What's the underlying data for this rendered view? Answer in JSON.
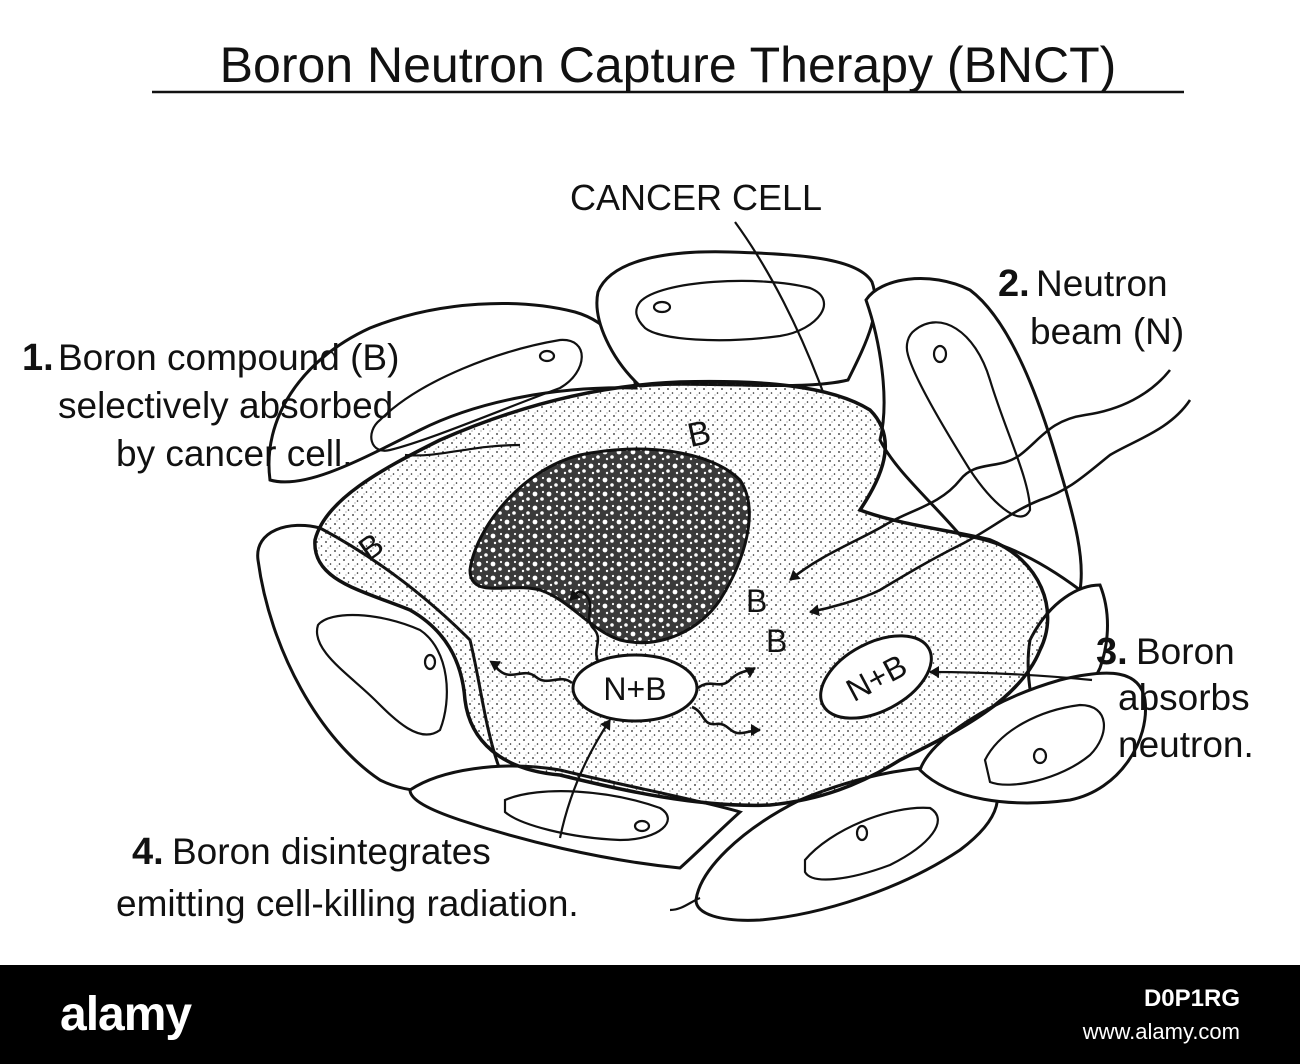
{
  "title": "Boron Neutron Capture Therapy (BNCT)",
  "labels": {
    "cancer_cell": "CANCER CELL",
    "step1": {
      "num": "1.",
      "lines": [
        "Boron compound (B)",
        "selectively absorbed",
        "by cancer cell."
      ]
    },
    "step2": {
      "num": "2.",
      "lines": [
        "Neutron",
        "beam (N)"
      ]
    },
    "step3": {
      "num": "3.",
      "lines": [
        "Boron",
        "absorbs",
        "neutron."
      ]
    },
    "step4": {
      "num": "4.",
      "lines": [
        "Boron disintegrates",
        "emitting cell-killing radiation."
      ]
    }
  },
  "markers": {
    "boron_symbol": "B",
    "capture_symbol": "N+B"
  },
  "stock_bar": {
    "logo": "alamy",
    "image_id": "D0P1RG",
    "url": "www.alamy.com"
  }
}
